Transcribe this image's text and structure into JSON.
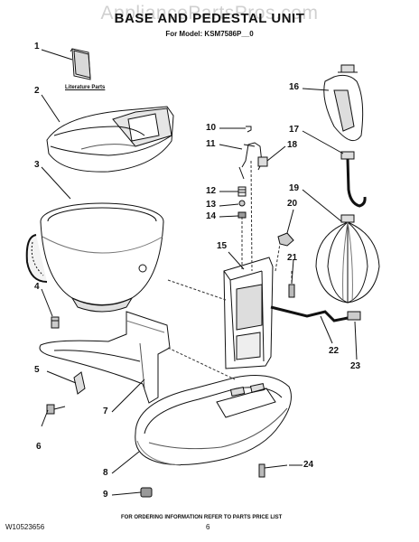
{
  "watermark": "AppliancePartsPros.com",
  "title": "BASE AND PEDESTAL UNIT",
  "subtitle": "For Model: KSM7586P__0",
  "literature_label": "Literature Parts",
  "callouts": [
    "1",
    "2",
    "3",
    "4",
    "5",
    "6",
    "7",
    "8",
    "9",
    "10",
    "11",
    "12",
    "13",
    "14",
    "15",
    "16",
    "17",
    "18",
    "19",
    "20",
    "21",
    "22",
    "23",
    "24"
  ],
  "footer": {
    "doc_number": "W10523656",
    "page": "6",
    "note": "FOR ORDERING INFORMATION REFER TO PARTS PRICE LIST"
  },
  "colors": {
    "line": "#111111",
    "shade": "#d9d9d9",
    "dark": "#555555",
    "watermark": "#969696"
  }
}
